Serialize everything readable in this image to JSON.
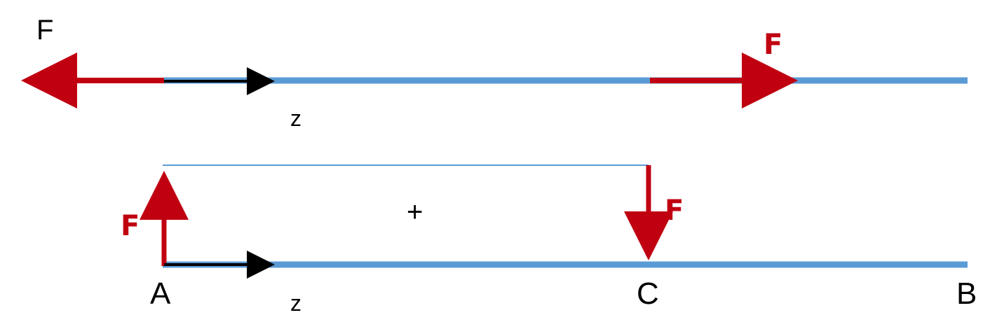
{
  "colors": {
    "beam": "#5b9bd5",
    "force": "#c00010",
    "axis": "#000000",
    "text": "#000000",
    "label_force": "#c00010",
    "segment": "#5b9bd5"
  },
  "top_panel": {
    "left_force_label": "F",
    "right_force_label": "F",
    "axis_label": "z"
  },
  "bottom_panel": {
    "left_force_label": "F",
    "right_force_label": "F",
    "area_sign": "+",
    "axis_label": "z",
    "point_a": "A",
    "point_c": "C",
    "point_b": "B"
  }
}
